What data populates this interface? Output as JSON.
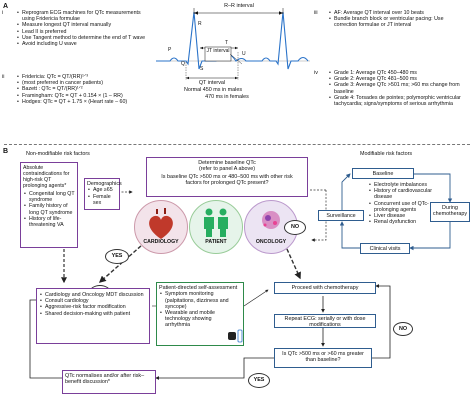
{
  "panelA": {
    "label": "A",
    "i": {
      "num": "i",
      "items": [
        "Reprogram ECG machines for QTc measurements using Fridericia formulae",
        "Measure longest QT interval manually",
        "Lead II is preferred",
        "Use Tangent method to determine the end of T wave",
        "Avoid including U wave"
      ]
    },
    "ii": {
      "num": "ii",
      "formulas": [
        "Fridericia: QTc = QT/(RR)¹ᐟ³",
        "(most preferred in cancer patients)",
        "Bazett : QTc = QT/(RR)¹ᐟ²",
        "Framingham: QTc = QT + 0.154 × (1 – RR)",
        "Hodges: QTc = QT + 1.75 × (Heart rate – 60)"
      ]
    },
    "ecg": {
      "rr_label": "R–R interval",
      "jt_label": "JT interval",
      "qt_label": "QT interval",
      "normal_line1": "Normal 450 ms in males",
      "normal_line2": "470 ms in females",
      "p": "P",
      "q": "Q",
      "r": "R",
      "s": "S",
      "t": "T",
      "u": "U"
    },
    "iii": {
      "num": "iii",
      "items": [
        "AF: Average QT interval over 10 beats",
        "Bundle branch block or ventricular pacing: Use correction formulae or JT interval"
      ]
    },
    "iv": {
      "num": "iv",
      "items": [
        "Grade 1: Average QTc 450–480 ms",
        "Grade 2: Average QTc 481–500 ms",
        "Grade 3: Average QTc >501 ms; >60 ms change from baseline",
        "Grade 4: Torsades de pointes; polymorphic ventricular tachycardia; signs/symptoms of serious arrhythmia"
      ]
    }
  },
  "panelB": {
    "label": "B",
    "nonmod_title": "Non-modifiable risk factors",
    "mod_title": "Modifiable risk factors",
    "absolute": {
      "title": "Absolute contraindications for high-risk QT prolonging agents*",
      "items": [
        "Congenital long QT syndrome",
        "Family history of long QT syndrome",
        "History of life-threatening VA"
      ]
    },
    "demographics": {
      "title": "Demographics",
      "items": [
        "Age ≥65",
        "Female sex"
      ]
    },
    "baseline": {
      "line1": "Determine baseline QTc",
      "line2": "(refer to panel A above)",
      "question": "Is baseline QTc >500 ms or 480–500 ms with other risk factors for prolonged QTc present?"
    },
    "roles": {
      "cardiology": "CARDIOLOGY",
      "patient": "PATIENT",
      "oncology": "ONCOLOGY"
    },
    "yes": "YES",
    "no": "NO",
    "mdt": {
      "items": [
        "Cardiology and Oncology MDT discussion",
        "Consult cardiology",
        "Aggressive-risk factor modification",
        "Shared decision-making with patient"
      ]
    },
    "selfassess": {
      "title": "Patient-directed self-assessment",
      "items": [
        "Symptom monitoring (palpitations, dizziness and syncope)",
        "Wearable and mobile technology showing arrhythmia"
      ]
    },
    "proceed": "Proceed with chemotherapy",
    "repeat": "Repeat ECG: serially or with dose modifications",
    "bottom_q": "Is QTc >500 ms or >60 ms greater than baseline?",
    "normalises": "QTc normalises and/or after risk–benefit discussion*",
    "cycle": {
      "baseline": "Baseline",
      "surveillance": "Surveillance",
      "during": "During chemotherapy",
      "clinical": "Clinical visits",
      "items": [
        "Electrolyte imbalances",
        "History of cardiovascular disease",
        "Concurrent use of QTc-prolonging agents",
        "Liver disease",
        "Renal dysfunction"
      ]
    }
  }
}
